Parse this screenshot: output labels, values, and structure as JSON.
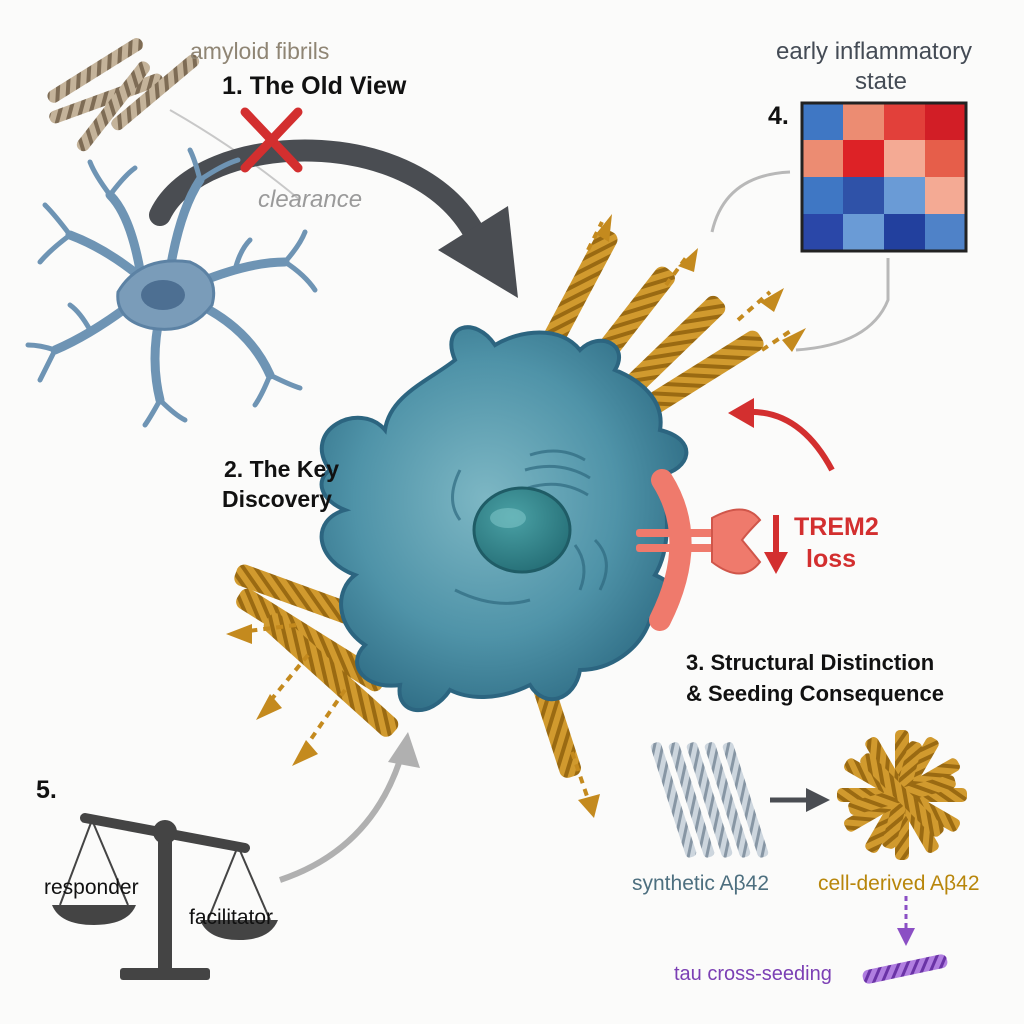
{
  "section_old_view": {
    "title": "1. The Old View",
    "fibril_label": "amyloid fibrils",
    "action_label": "clearance"
  },
  "section_key_discovery": {
    "title_line1": "2. The Key",
    "title_line2": "Discovery"
  },
  "section_structural": {
    "title_line1": "3. Structural Distinction",
    "title_line2": "& Seeding Consequence",
    "synthetic_label": "synthetic Aβ42",
    "cell_derived_label": "cell-derived Aβ42",
    "tau_label": "tau cross-seeding"
  },
  "section_inflammatory": {
    "number": "4.",
    "caption_line1": "early inflammatory",
    "caption_line2": "state",
    "heatmap": [
      [
        "#3f77c4",
        "#ec8c72",
        "#e2403a",
        "#d21e26"
      ],
      [
        "#ec8c72",
        "#dd2226",
        "#f4aa94",
        "#e65e4a"
      ],
      [
        "#3f77c4",
        "#2f52a8",
        "#6a9bd6",
        "#f4aa94"
      ],
      [
        "#2a47a8",
        "#6a9bd6",
        "#22409e",
        "#4f82c8"
      ]
    ]
  },
  "section_balance": {
    "number": "5.",
    "left_pan_label": "responder",
    "right_pan_label": "facilitator"
  },
  "trem2": {
    "line1": "TREM2",
    "line2": "loss"
  },
  "colors": {
    "cell": "#3d7f94",
    "nucleus": "#2d7b80",
    "fibril": "#c9912a",
    "neuron": "#7a9cb9",
    "red": "#d32f2f",
    "purple": "#8b4fc4",
    "grey_arrow": "#4a4d52",
    "caption_blue": "#4d6f7f",
    "caption_gold": "#b8860b"
  }
}
